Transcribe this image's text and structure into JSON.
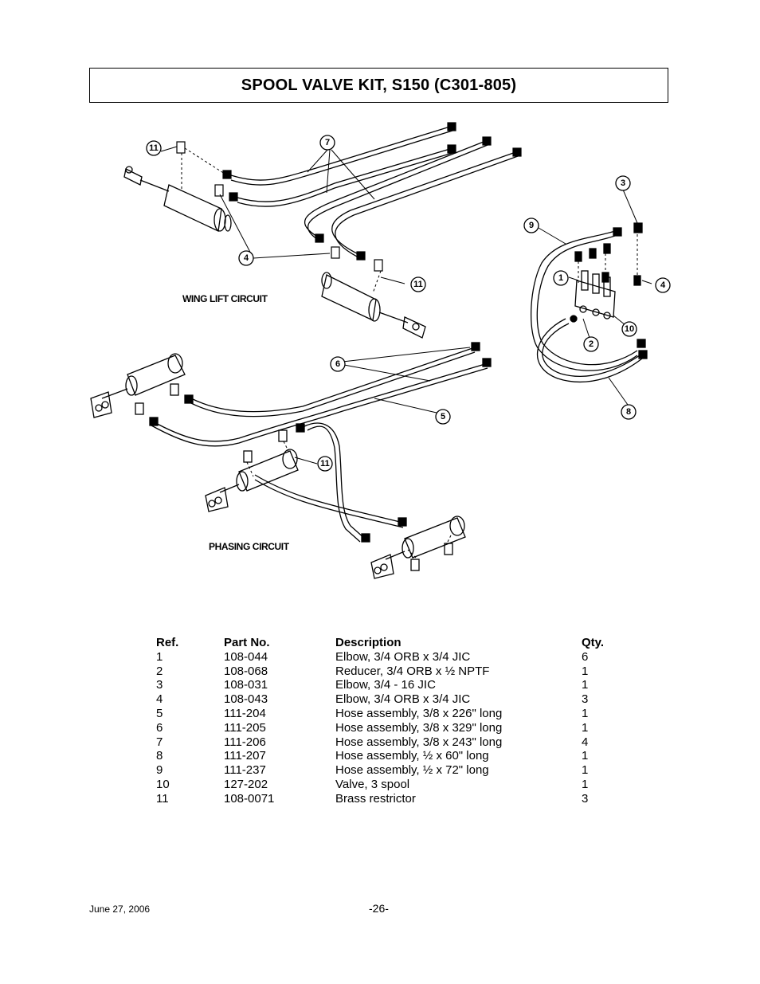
{
  "title": "SPOOL VALVE KIT, S150 (C301-805)",
  "diagram": {
    "labels": {
      "wing_lift": "WING LIFT CIRCUIT",
      "phasing": "PHASING CIRCUIT"
    },
    "callouts": [
      "11",
      "7",
      "4",
      "11",
      "3",
      "9",
      "1",
      "4",
      "10",
      "2",
      "8",
      "6",
      "5",
      "11"
    ]
  },
  "table": {
    "headers": {
      "ref": "Ref.",
      "part": "Part No.",
      "desc": "Description",
      "qty": "Qty."
    },
    "rows": [
      {
        "ref": "1",
        "part": "108-044",
        "desc": "Elbow, 3/4 ORB x 3/4 JIC",
        "qty": "6"
      },
      {
        "ref": "2",
        "part": "108-068",
        "desc": "Reducer, 3/4 ORB x ½ NPTF",
        "qty": "1"
      },
      {
        "ref": "3",
        "part": "108-031",
        "desc": "Elbow, 3/4 - 16 JIC",
        "qty": "1"
      },
      {
        "ref": "4",
        "part": "108-043",
        "desc": "Elbow, 3/4 ORB x 3/4 JIC",
        "qty": "3"
      },
      {
        "ref": "5",
        "part": "111-204",
        "desc": "Hose assembly, 3/8 x 226\" long",
        "qty": "1"
      },
      {
        "ref": "6",
        "part": "111-205",
        "desc": "Hose assembly, 3/8 x 329\" long",
        "qty": "1"
      },
      {
        "ref": "7",
        "part": "111-206",
        "desc": "Hose assembly, 3/8 x 243\" long",
        "qty": "4"
      },
      {
        "ref": "8",
        "part": "111-207",
        "desc": "Hose assembly, ½ x 60\" long",
        "qty": "1"
      },
      {
        "ref": "9",
        "part": "111-237",
        "desc": "Hose assembly, ½ x 72\" long",
        "qty": "1"
      },
      {
        "ref": "10",
        "part": "127-202",
        "desc": "Valve, 3 spool",
        "qty": "1"
      },
      {
        "ref": "11",
        "part": "108-0071",
        "desc": "Brass restrictor",
        "qty": "3"
      }
    ]
  },
  "footer": {
    "date": "June 27, 2006",
    "page": "-26-"
  }
}
